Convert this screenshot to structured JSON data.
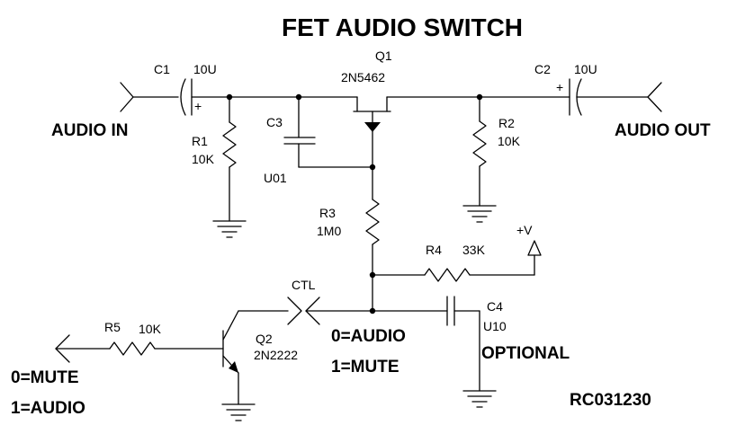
{
  "title": "FET AUDIO SWITCH",
  "labels": {
    "audio_in": "AUDIO IN",
    "audio_out": "AUDIO OUT",
    "ctl": "CTL",
    "supply": "+V",
    "ctl_state_audio": "0=AUDIO",
    "ctl_state_mute": "1=MUTE",
    "in_state_mute": "0=MUTE",
    "in_state_audio": "1=AUDIO",
    "optional": "OPTIONAL",
    "drawing_id": "RC031230",
    "plus": "+"
  },
  "components": {
    "c1": {
      "ref": "C1",
      "value": "10U"
    },
    "c2": {
      "ref": "C2",
      "value": "10U"
    },
    "c3": {
      "ref": "C3",
      "value": "U01"
    },
    "c4": {
      "ref": "C4",
      "value": "U10"
    },
    "q1": {
      "ref": "Q1",
      "value": "2N5462"
    },
    "q2": {
      "ref": "Q2",
      "value": "2N2222"
    },
    "r1": {
      "ref": "R1",
      "value": "10K"
    },
    "r2": {
      "ref": "R2",
      "value": "10K"
    },
    "r3": {
      "ref": "R3",
      "value": "1M0"
    },
    "r4": {
      "ref": "R4",
      "value": "33K"
    },
    "r5": {
      "ref": "R5",
      "value": "10K"
    }
  }
}
